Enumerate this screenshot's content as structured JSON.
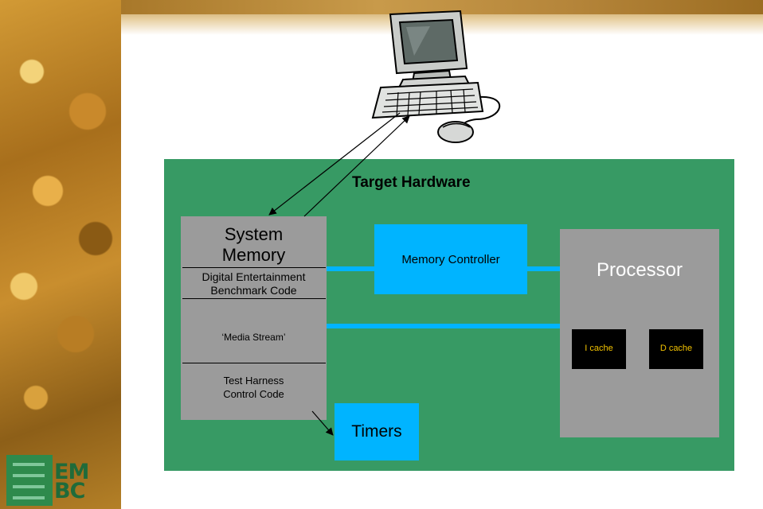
{
  "diagram": {
    "title": "Target Hardware",
    "system_memory": {
      "title_line1": "System",
      "title_line2": "Memory",
      "section1_line1": "Digital Entertainment",
      "section1_line2": "Benchmark Code",
      "section2": "‘Media Stream’",
      "section3_line1": "Test Harness",
      "section3_line2": "Control Code"
    },
    "memory_controller": "Memory Controller",
    "processor": "Processor",
    "i_cache": "I cache",
    "d_cache": "D cache",
    "timers": "Timers"
  },
  "logo": {
    "text_line1": "EM",
    "text_line2": "BC"
  },
  "colors": {
    "board": "#379a64",
    "block_grey": "#9b9b9b",
    "bus_blue": "#00b4ff",
    "cache_black": "#000000",
    "cache_text": "#f2c200"
  },
  "icons": [
    "desktop-computer-icon",
    "mouse-icon"
  ]
}
